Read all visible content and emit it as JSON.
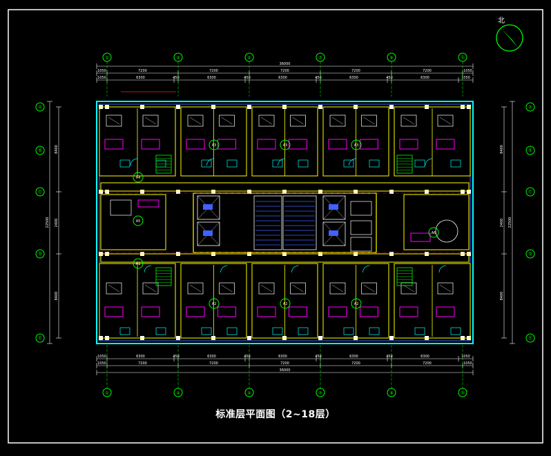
{
  "drawing": {
    "title": "标准层平面图（2~18层）",
    "north_label": "北"
  },
  "colors": {
    "background": "#000000",
    "frame": "#ffffff",
    "axis": "#00ff00",
    "dimension": "#ffffff",
    "wall_outer": "#00ffff",
    "wall_inner": "#ffff00",
    "room": "#ff00ff",
    "glass": "#4060ff",
    "red": "#ff2020"
  },
  "axes": {
    "vertical": [
      "①",
      "③",
      "⑤",
      "⑦",
      "⑨",
      "⑪",
      "⑬"
    ],
    "horizontal": [
      "Ⓐ",
      "Ⓑ",
      "Ⓒ",
      "Ⓓ",
      "Ⓔ"
    ]
  },
  "dims": {
    "top_total": "36000",
    "top_bays": [
      "1050",
      "7200",
      "7200",
      "7200",
      "7200",
      "7200",
      "1050"
    ],
    "top_sub": [
      "1050",
      "6300",
      "450",
      "6300",
      "450",
      "6300",
      "450",
      "6300",
      "450",
      "6300",
      "1050"
    ],
    "bottom_total": "36000",
    "bottom_bays": [
      "1050",
      "7200",
      "7200",
      "7200",
      "7200",
      "7200",
      "1050"
    ],
    "bottom_sub": [
      "1050",
      "6300",
      "450",
      "6300",
      "450",
      "6300",
      "450",
      "6300",
      "450",
      "6300",
      "1050"
    ],
    "left_total": "22500",
    "left_bays": [
      "8400",
      "2400",
      "8400"
    ],
    "right_total": "22500",
    "right_bays": [
      "8400",
      "2400",
      "8400"
    ]
  },
  "units": [
    {
      "label": "A4"
    },
    {
      "label": "A3"
    },
    {
      "label": "A3"
    },
    {
      "label": "A3"
    },
    {
      "label": "A5"
    },
    {
      "label": "A1"
    },
    {
      "label": "A2"
    },
    {
      "label": "A2"
    },
    {
      "label": "A2"
    },
    {
      "label": "A6"
    }
  ]
}
